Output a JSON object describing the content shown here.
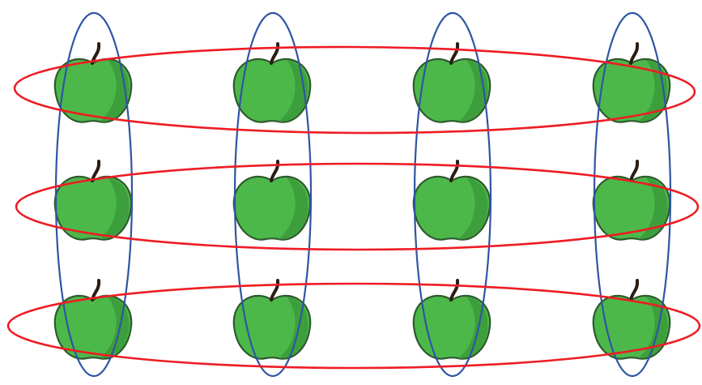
{
  "diagram": {
    "kind": "array",
    "rows": 3,
    "columns": 4,
    "item": "apple-icon",
    "colors": {
      "background": "#ffffff",
      "apple_fill": "#4cb84a",
      "apple_shade": "#3a9a3a",
      "apple_outline": "#2e5a2e",
      "stem": "#2b1d12",
      "row_group_outline": "#ee1c24",
      "column_group_outline": "#2f55a4"
    }
  }
}
